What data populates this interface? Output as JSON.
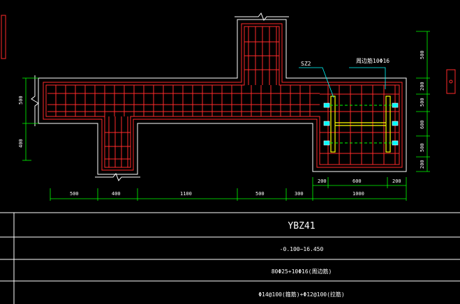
{
  "drawing": {
    "labels": {
      "embedded_member": "SZ2",
      "clamp_rebar": "周边筋10Φ16"
    },
    "dims_bottom_left": [
      "500",
      "400",
      "1100",
      "500",
      "300"
    ],
    "dims_bottom_right": [
      "200",
      "600",
      "200"
    ],
    "dim_bottom_total": "1000",
    "dims_left": [
      "500",
      "400"
    ],
    "dims_right": [
      "500",
      "200",
      "500",
      "600",
      "500",
      "200"
    ]
  },
  "title_block": {
    "name": "YBZ41",
    "elevation": "-0.100~16.450",
    "longitudinal": "80Φ25+10Φ16(周边筋)",
    "stirrups": "Φ14@100(箍筋)+Φ12@100(拉筋)"
  },
  "colors": {
    "outline": "#ffffff",
    "rebar": "#ff2a2a",
    "dimension": "#00ff00",
    "steel_member": "#ffff00",
    "leader": "#00ffff",
    "frame": "#ffffff"
  }
}
